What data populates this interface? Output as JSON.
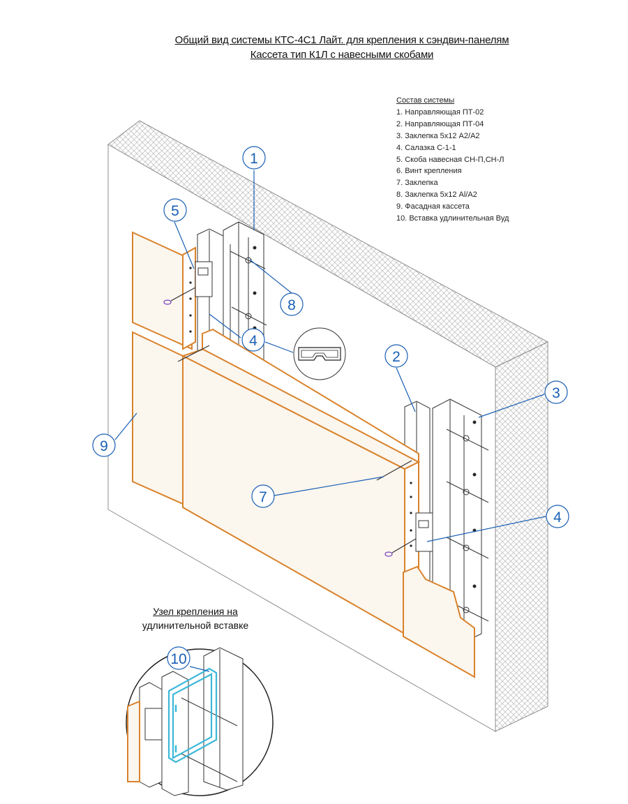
{
  "title": {
    "line1": "Общий вид системы КТС-4С1 Лайт. для крепления к сэндвич-панелям",
    "line2": "Кассета тип К1Л с навесными скобами"
  },
  "legend": {
    "heading": "Состав системы",
    "items": [
      "1.  Направляющая ПТ-02",
      "2.  Направляющая ПТ-04",
      "3.  Заклепка 5х12 А2/А2",
      "4.  Салазка С-1-1",
      "5. Скоба навесная  СН-П,СН-Л",
      "6.  Винт крепления",
      "7.  Заклепка",
      "8.  Заклепка 5х12 Al/А2",
      "9.  Фасадная кассета",
      "10.  Вставка удлинительная Вуд"
    ]
  },
  "detail": {
    "caption_line1": "Узел крепления на",
    "caption_line2": "удлинительной вставке"
  },
  "callouts": [
    "1",
    "2",
    "3",
    "4",
    "4",
    "5",
    "7",
    "8",
    "9",
    "10"
  ],
  "colors": {
    "cassette": "#d9822b",
    "callout": "#1a5fb4",
    "insert": "#3cb8d8",
    "hatch": "#c9c9c9"
  }
}
